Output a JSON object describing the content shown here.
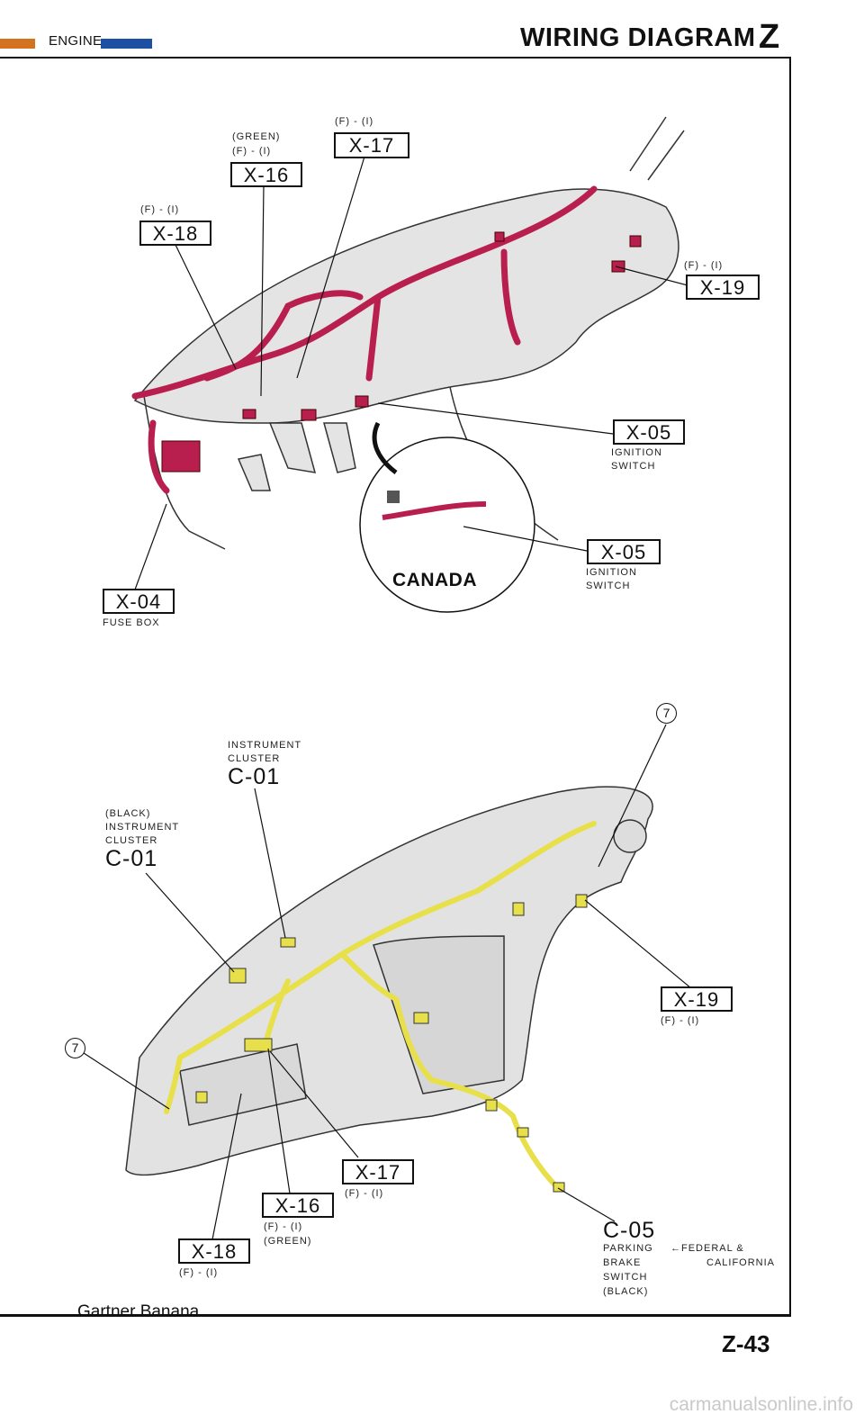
{
  "header": {
    "section": "ENGINE",
    "title": "WIRING DIAGRAM",
    "letter": "Z",
    "bar_orange": "#d4731f",
    "bar_blue": "#1d4fa3"
  },
  "colors": {
    "harness_top": "#b81f4f",
    "harness_bottom": "#e8e04a",
    "panel": "#e2e2e2"
  },
  "top": {
    "x17": {
      "label": "X-17",
      "note": "(F) - (I)"
    },
    "x16": {
      "label": "X-16",
      "note1": "(GREEN)",
      "note2": "(F) - (I)"
    },
    "x18": {
      "label": "X-18",
      "note": "(F) - (I)"
    },
    "x19": {
      "label": "X-19",
      "note": "(F) - (I)"
    },
    "x05a": {
      "label": "X-05",
      "cap1": "IGNITION",
      "cap2": "SWITCH"
    },
    "x05b": {
      "label": "X-05",
      "cap1": "IGNITION",
      "cap2": "SWITCH"
    },
    "x04": {
      "label": "X-04",
      "cap": "FUSE BOX"
    },
    "canada": "CANADA"
  },
  "bottom": {
    "c01a": {
      "cap1": "INSTRUMENT",
      "cap2": "CLUSTER",
      "code": "C-01"
    },
    "c01b": {
      "cap1": "(BLACK)",
      "cap2": "INSTRUMENT",
      "cap3": "CLUSTER",
      "code": "C-01"
    },
    "ground1": "7",
    "ground2": "7",
    "x19": {
      "label": "X-19",
      "note": "(F) - (I)"
    },
    "x17": {
      "label": "X-17",
      "note": "(F) - (I)"
    },
    "x16": {
      "label": "X-16",
      "note1": "(F) - (I)",
      "note2": "(GREEN)"
    },
    "x18": {
      "label": "X-18",
      "note": "(F) - (I)"
    },
    "c05": {
      "code": "C-05",
      "cap1": "PARKING",
      "cap2": "BRAKE",
      "cap3": "SWITCH",
      "cap4": "(BLACK)",
      "fed": "←FEDERAL &",
      "cal": "CALIFORNIA"
    }
  },
  "page_num": "Z-43",
  "watermark": "Gartner Banana",
  "footer_site": "carmanualsonline.info"
}
